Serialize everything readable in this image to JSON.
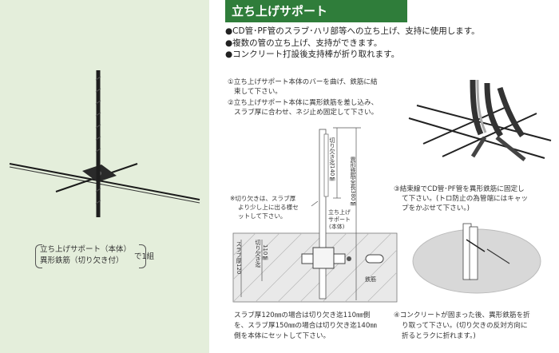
{
  "caption": {
    "line1": "立ち上げサポート（本体）",
    "line2": "異形鉄筋（切り欠き付）",
    "suffix": "で1組"
  },
  "title": "立ち上げサポート",
  "features": [
    "●CD管･PF管のスラブ･ハリ部等への立ち上げ、支持に使用します。",
    "●複数の管の立ち上げ、支持ができます。",
    "●コンクリート打設後支持棒が折り取れます。"
  ],
  "steps": {
    "s1a": "①立ち上げサポート本体のバーを曲げ、鉄筋に結",
    "s1b": "束して下さい。",
    "s2a": "②立ち上げサポート本体に異形鉄筋を差し込み、",
    "s2b": "スラブ厚に合わせ、ネジ止め固定して下さい。",
    "s3a": "③結束線でCD管･PF管を異形鉄筋に固定し",
    "s3b": "て下さい。(トロ防止の為管端にはキャッ",
    "s3c": "プをかぶせて下さい。)",
    "s4a": "④コンクリートが固まった後、異形鉄筋を折",
    "s4b": "り取って下さい。(切り欠きの反対方向に",
    "s4c": "折るとラクに折れます。)"
  },
  "notes": {
    "cut_a": "※切り欠きは、スラブ厚",
    "cut_b": "より少し上に出る様セ",
    "cut_c": "ットして下さい。",
    "slab_a": "スラブ厚120㎜の場合は切り欠き迄110㎜側",
    "slab_b": "を、スラブ厚150㎜の場合は切り欠き迄140㎜",
    "slab_c": "側を本体にセットして下さい。"
  },
  "diagram_labels": {
    "support_a": "立ち上げ",
    "support_b": "サポート",
    "support_c": "(本体)",
    "cut140": "切り欠き迄140㎜",
    "total380": "異形鉄筋全長380㎜",
    "slab_thick": "スラブ厚120",
    "cut110a": "切り欠き迄",
    "cut110b": "110㎜",
    "rebar": "鉄筋"
  }
}
